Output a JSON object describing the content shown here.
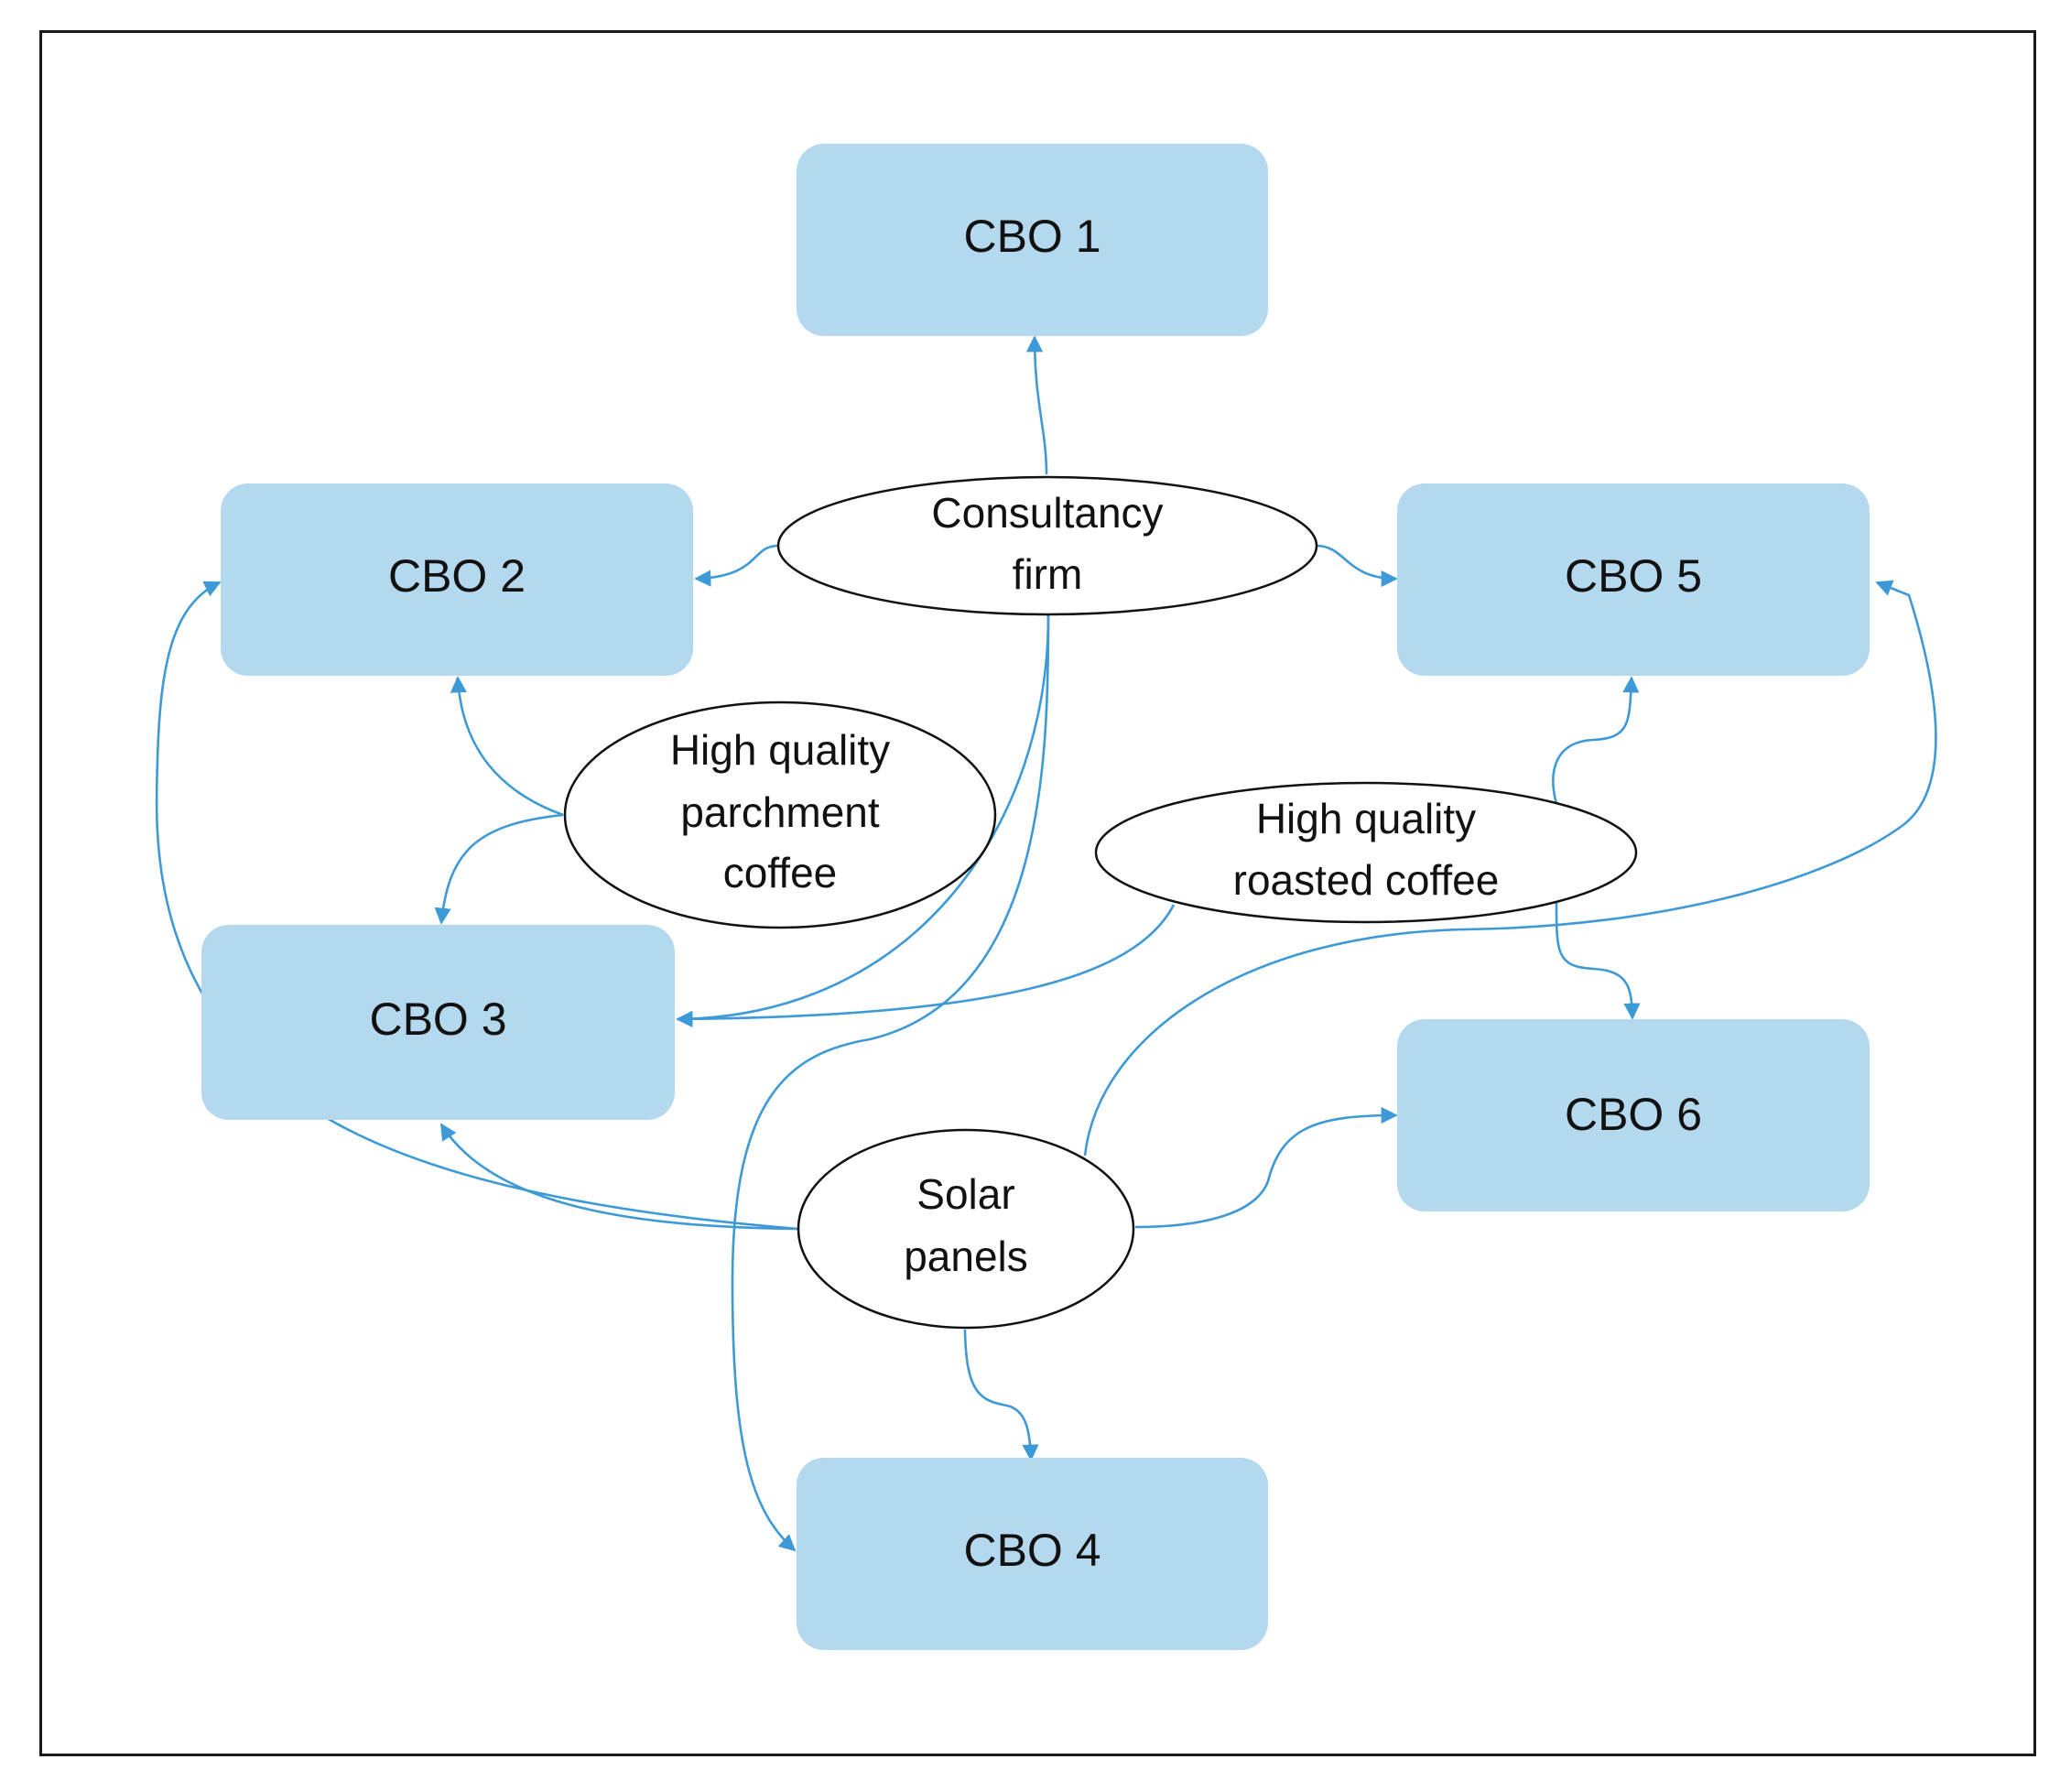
{
  "diagram": {
    "organizations": [
      {
        "id": "cbo1",
        "label": "CBO 1"
      },
      {
        "id": "cbo2",
        "label": "CBO 2"
      },
      {
        "id": "cbo3",
        "label": "CBO 3"
      },
      {
        "id": "cbo4",
        "label": "CBO 4"
      },
      {
        "id": "cbo5",
        "label": "CBO 5"
      },
      {
        "id": "cbo6",
        "label": "CBO 6"
      }
    ],
    "resources": [
      {
        "id": "consultancy",
        "lines": [
          "Consultancy",
          "firm"
        ]
      },
      {
        "id": "parchment",
        "lines": [
          "High quality",
          "parchment",
          "coffee"
        ]
      },
      {
        "id": "roasted",
        "lines": [
          "High quality",
          "roasted coffee"
        ]
      },
      {
        "id": "solar",
        "lines": [
          "Solar",
          "panels"
        ]
      }
    ],
    "flows": [
      {
        "from": "consultancy",
        "to": "cbo1"
      },
      {
        "from": "consultancy",
        "to": "cbo2"
      },
      {
        "from": "consultancy",
        "to": "cbo5"
      },
      {
        "from": "consultancy",
        "to": "cbo3"
      },
      {
        "from": "consultancy",
        "to": "cbo4"
      },
      {
        "from": "parchment",
        "to": "cbo2"
      },
      {
        "from": "parchment",
        "to": "cbo3"
      },
      {
        "from": "roasted",
        "to": "cbo3"
      },
      {
        "from": "roasted",
        "to": "cbo5"
      },
      {
        "from": "roasted",
        "to": "cbo6"
      },
      {
        "from": "solar",
        "to": "cbo2"
      },
      {
        "from": "solar",
        "to": "cbo3"
      },
      {
        "from": "solar",
        "to": "cbo4"
      },
      {
        "from": "solar",
        "to": "cbo5"
      },
      {
        "from": "solar",
        "to": "cbo6"
      }
    ],
    "colors": {
      "node_fill": "#b4d9ef",
      "arrow": "#3d9ad6",
      "outline": "#111111"
    }
  }
}
